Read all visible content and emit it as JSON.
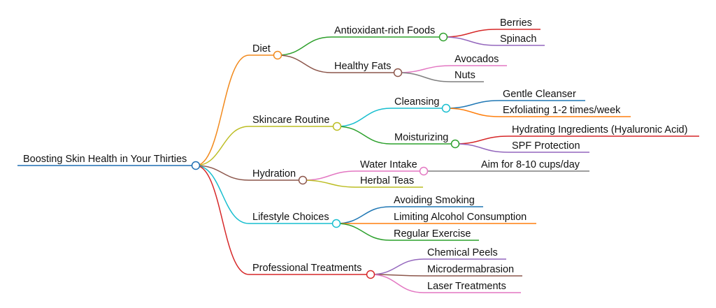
{
  "mindmap": {
    "root": {
      "label": "Boosting Skin Health in Your Thirties",
      "color": "#1f6fb4"
    },
    "branches": [
      {
        "label": "Diet",
        "color": "#f28a1d",
        "children": [
          {
            "label": "Antioxidant-rich Foods",
            "color": "#2ea02c",
            "children": [
              {
                "label": "Berries",
                "color": "#d62828"
              },
              {
                "label": "Spinach",
                "color": "#9467bd"
              }
            ]
          },
          {
            "label": "Healthy Fats",
            "color": "#8c564b",
            "children": [
              {
                "label": "Avocados",
                "color": "#e377c2"
              },
              {
                "label": "Nuts",
                "color": "#7f7f7f"
              }
            ]
          }
        ]
      },
      {
        "label": "Skincare Routine",
        "color": "#bcbd22",
        "children": [
          {
            "label": "Cleansing",
            "color": "#17becf",
            "children": [
              {
                "label": "Gentle Cleanser",
                "color": "#1f77b4"
              },
              {
                "label": "Exfoliating 1-2 times/week",
                "color": "#ff7f0e"
              }
            ]
          },
          {
            "label": "Moisturizing",
            "color": "#2ca02c",
            "children": [
              {
                "label": "Hydrating Ingredients (Hyaluronic Acid)",
                "color": "#d62728"
              },
              {
                "label": "SPF Protection",
                "color": "#9467bd"
              }
            ]
          }
        ]
      },
      {
        "label": "Hydration",
        "color": "#8c564b",
        "children": [
          {
            "label": "Water Intake",
            "color": "#e377c2",
            "children": [
              {
                "label": "Aim for 8-10 cups/day",
                "color": "#7f7f7f"
              }
            ]
          },
          {
            "label": "Herbal Teas",
            "color": "#bcbd22",
            "children": []
          }
        ]
      },
      {
        "label": "Lifestyle Choices",
        "color": "#17becf",
        "children": [
          {
            "label": "Avoiding Smoking",
            "color": "#1f77b4",
            "children": []
          },
          {
            "label": "Limiting Alcohol Consumption",
            "color": "#ff7f0e",
            "children": []
          },
          {
            "label": "Regular Exercise",
            "color": "#2ca02c",
            "children": []
          }
        ]
      },
      {
        "label": "Professional Treatments",
        "color": "#d62728",
        "children": [
          {
            "label": "Chemical Peels",
            "color": "#9467bd",
            "children": []
          },
          {
            "label": "Microdermabrasion",
            "color": "#8c564b",
            "children": []
          },
          {
            "label": "Laser Treatments",
            "color": "#e377c2",
            "children": []
          }
        ]
      }
    ]
  }
}
